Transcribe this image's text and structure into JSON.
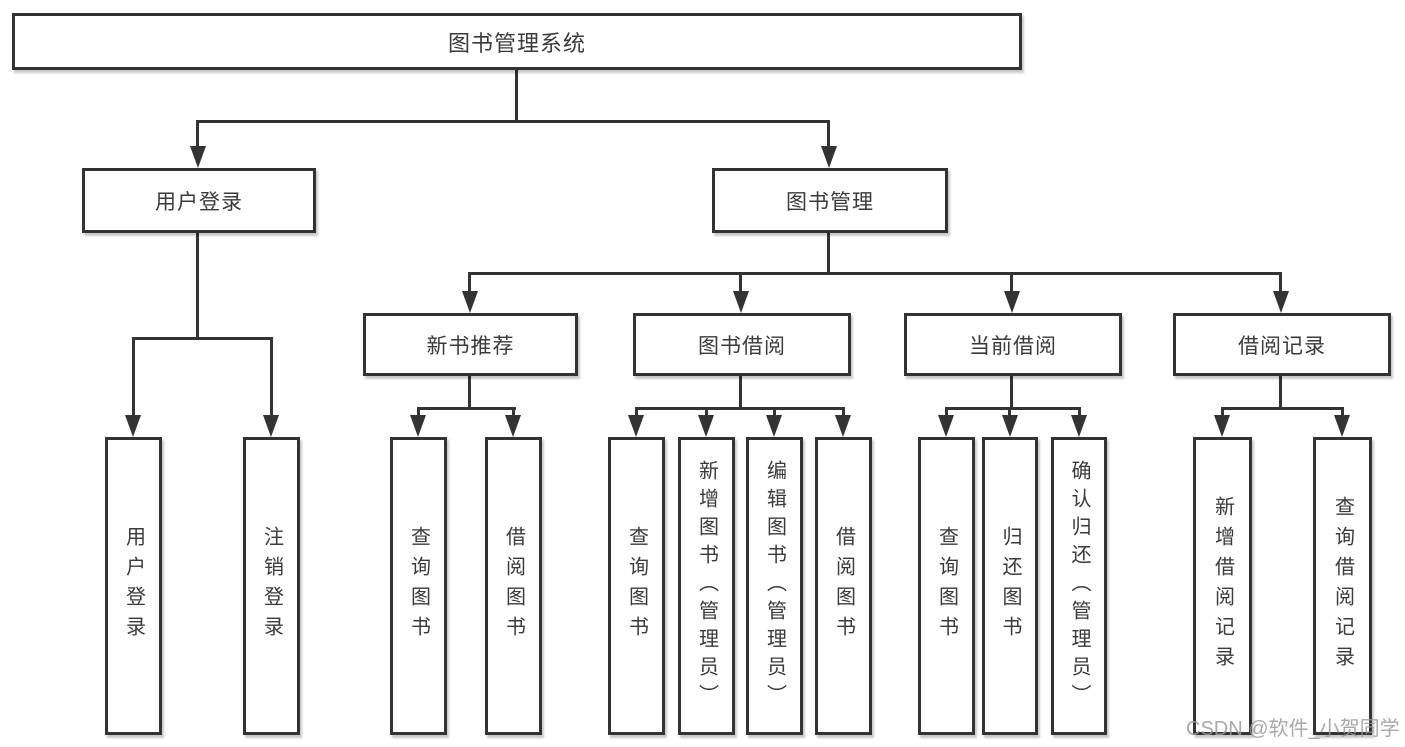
{
  "diagram_title": "图书管理系统",
  "watermark": "CSDN @软件_小贺同学",
  "colors": {
    "line": "#333333",
    "text": "#3a3a3a",
    "background": "#ffffff",
    "watermark": "#9b9b9b"
  },
  "nodes": {
    "root": "图书管理系统",
    "user_login": "用户登录",
    "book_management": "图书管理",
    "new_book_recommend": "新书推荐",
    "book_borrow": "图书借阅",
    "current_borrow": "当前借阅",
    "borrow_records": "借阅记录",
    "leaves": {
      "user_login_1": "用户登录",
      "user_login_2": "注销登录",
      "new_book_1": "查询图书",
      "new_book_2": "借阅图书",
      "borrow_1": "查询图书",
      "borrow_2": "新增图书（管理员）",
      "borrow_3": "编辑图书（管理员）",
      "borrow_4": "借阅图书",
      "current_1": "查询图书",
      "current_2": "归还图书",
      "current_3": "确认归还（管理员）",
      "records_1": "新增借阅记录",
      "records_2": "查询借阅记录"
    }
  }
}
